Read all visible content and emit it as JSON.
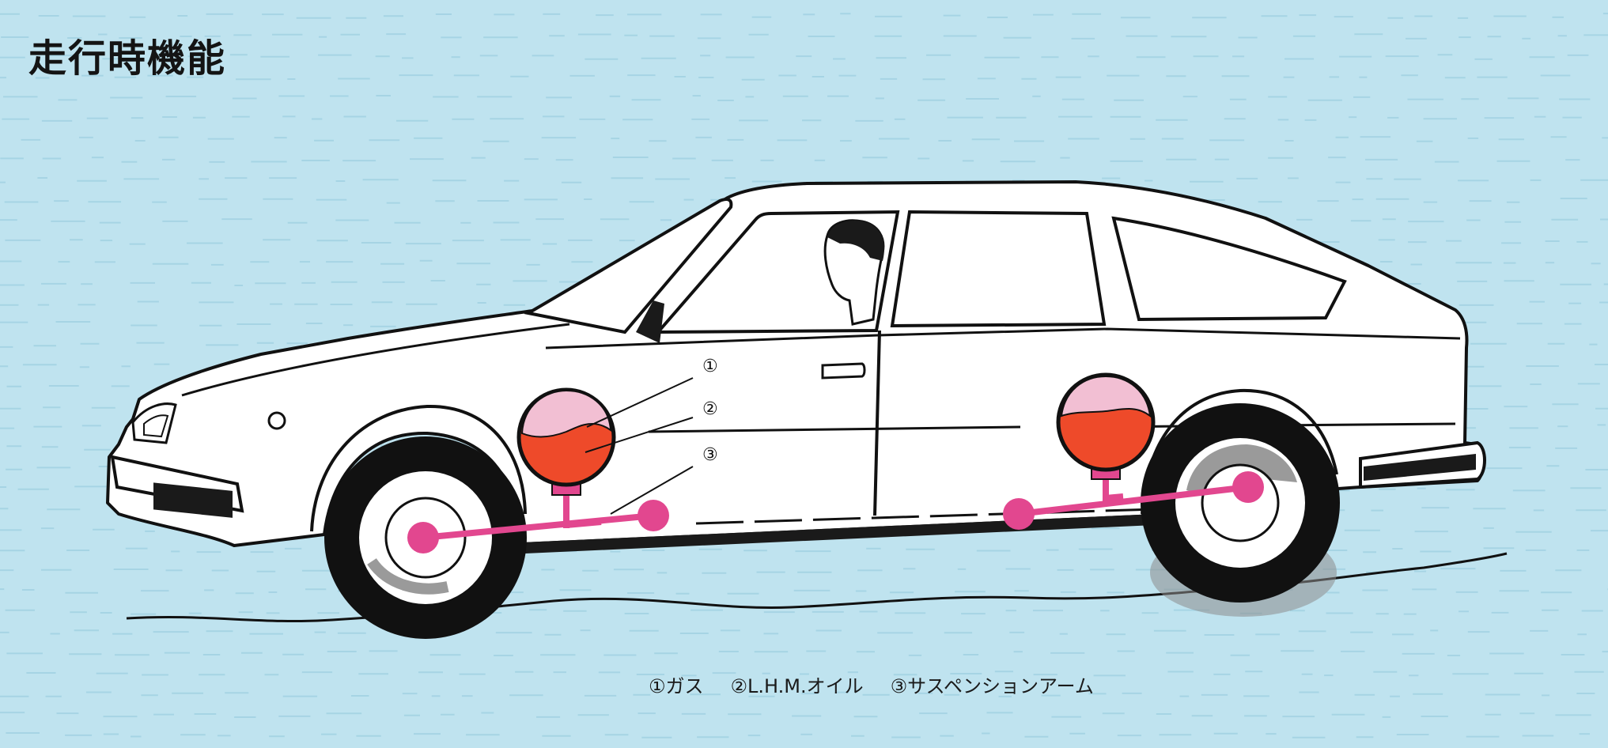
{
  "title": "走行時機能",
  "callouts": [
    {
      "number": "①",
      "label": "①ガス"
    },
    {
      "number": "②",
      "label": "②L.H.M.オイル"
    },
    {
      "number": "③",
      "label": "③サスペンションアーム"
    }
  ],
  "colors": {
    "background": "#bfe3ef",
    "gas": "#f2bfd3",
    "oil": "#ee4a2a",
    "suspension_arm": "#e2478f",
    "outline": "#111111",
    "car_body": "#ffffff"
  }
}
